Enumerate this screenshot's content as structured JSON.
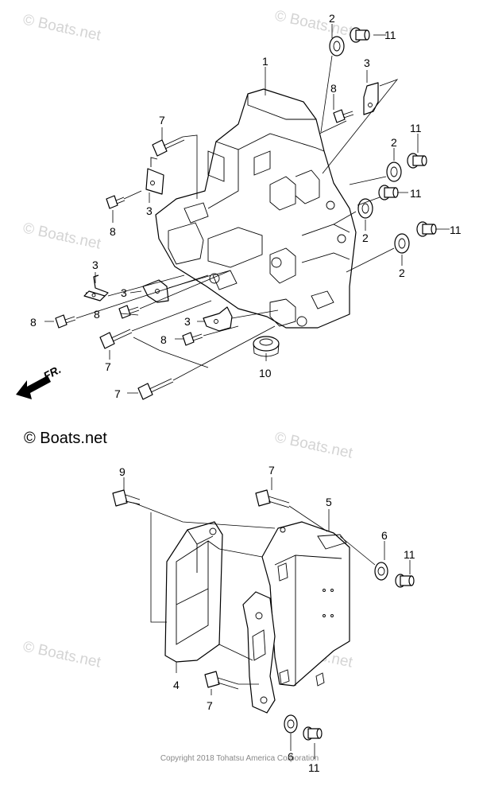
{
  "copyright_mark": "© Boats.net",
  "watermark": "© Boats.net",
  "footer": "Copyright 2018 Tohatsu America Corporation",
  "direction_label": "FR.",
  "callouts": {
    "c1": "1",
    "c2a": "2",
    "c2b": "2",
    "c2c": "2",
    "c2d": "2",
    "c3a": "3",
    "c3b": "3",
    "c3c": "3",
    "c3d": "3",
    "c3e": "3",
    "c4": "4",
    "c5": "5",
    "c6a": "6",
    "c6b": "6",
    "c7a": "7",
    "c7b": "7",
    "c7c": "7",
    "c7d": "7",
    "c7e": "7",
    "c8a": "8",
    "c8b": "8",
    "c8c": "8",
    "c8d": "8",
    "c8e": "8",
    "c9": "9",
    "c10": "10",
    "c11a": "11",
    "c11b": "11",
    "c11c": "11",
    "c11d": "11",
    "c11e": "11",
    "c11f": "11"
  }
}
